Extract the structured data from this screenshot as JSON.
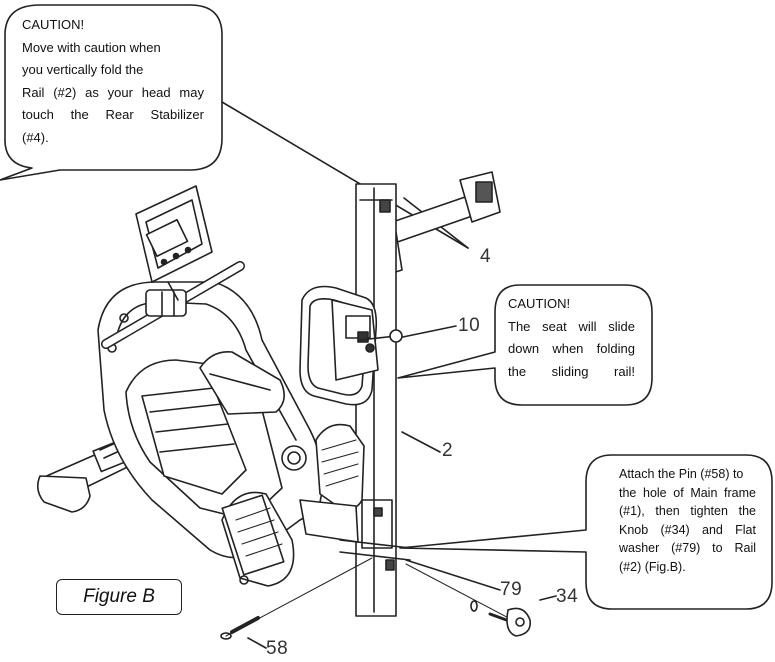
{
  "figure_label": "Figure B",
  "callouts": {
    "head_caution": {
      "title": "CAUTION!",
      "lines": [
        "Move with caution when",
        "you vertically fold the",
        "Rail (#2) as your head may",
        "touch the Rear Stabilizer",
        "(#4)."
      ]
    },
    "seat_caution": {
      "title": "CAUTION!",
      "lines": [
        "The seat will slide",
        "down when folding",
        "the sliding rail!"
      ]
    },
    "pin_instruction": {
      "lines": [
        "Attach the Pin (#58) to",
        "the hole of Main frame",
        "(#1), then tighten the",
        "Knob (#34) and Flat",
        "washer (#79) to Rail",
        "(#2) (Fig.B)."
      ]
    }
  },
  "part_labels": {
    "rear_stabilizer": "4",
    "seat_knob": "10",
    "rail": "2",
    "flat_washer": "79",
    "knob": "34",
    "pin": "58"
  }
}
